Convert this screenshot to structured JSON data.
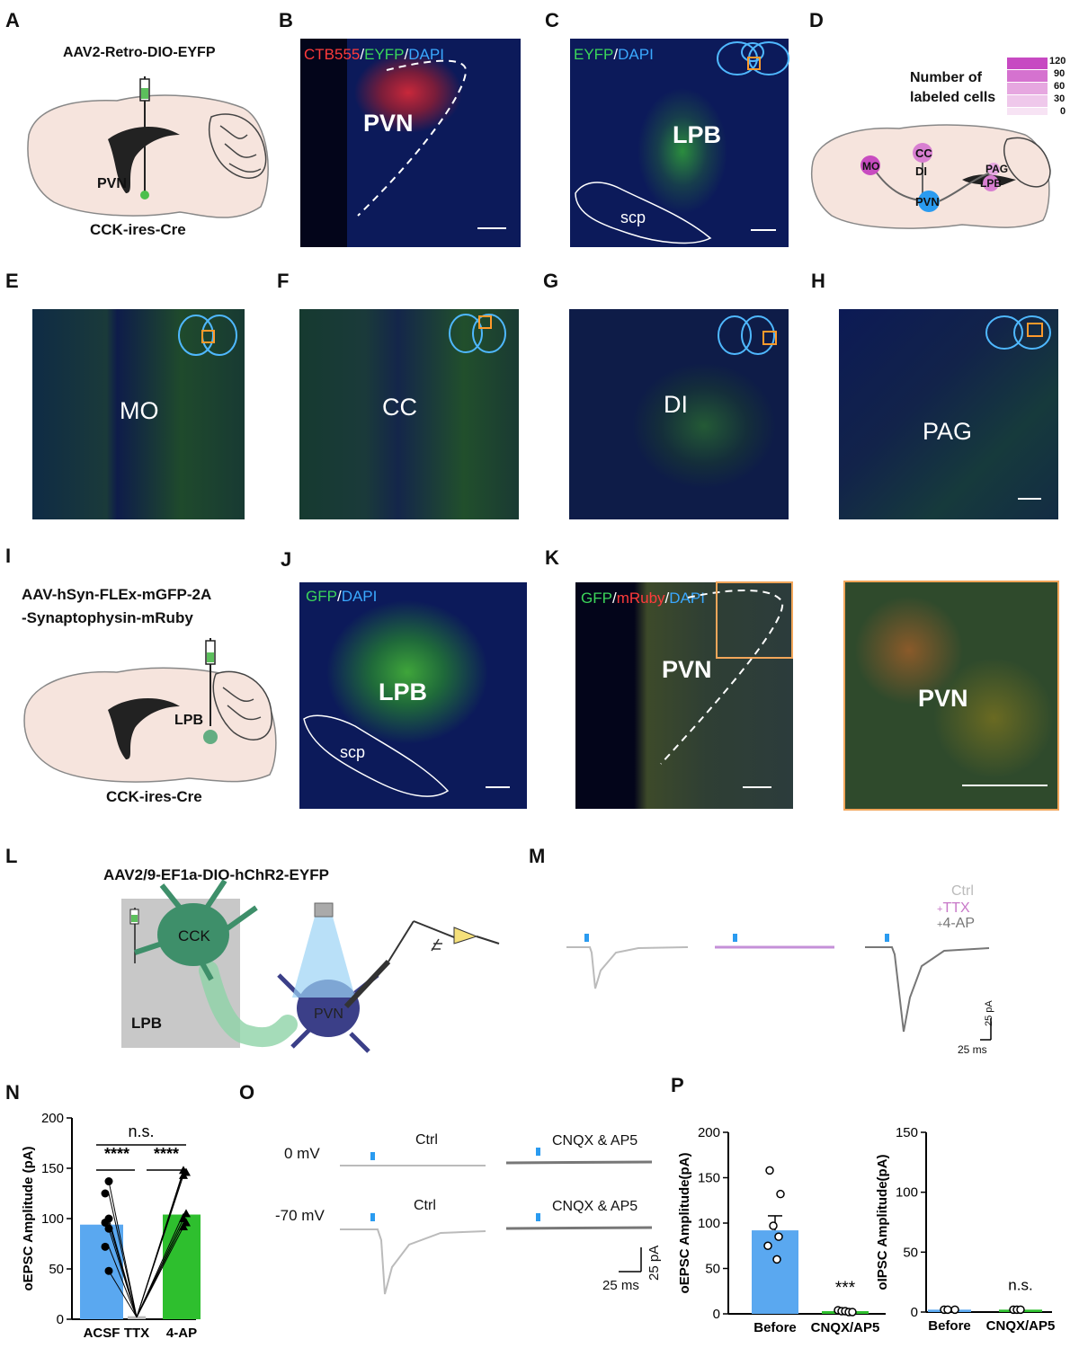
{
  "panels": {
    "A": {
      "letter": "A",
      "virus": "AAV2-Retro-DIO-EYFP",
      "region": "PVN",
      "mouse": "CCK-ires-Cre"
    },
    "B": {
      "letter": "B",
      "stain1": "CTB555",
      "sep1": "/",
      "stain2": "EYFP",
      "sep2": "/",
      "stain3": "DAPI",
      "region": "PVN"
    },
    "C": {
      "letter": "C",
      "stain1": "EYFP",
      "sep1": "/",
      "stain2": "DAPI",
      "region": "LPB",
      "tract": "scp"
    },
    "D": {
      "letter": "D",
      "legend_title_1": "Number of",
      "legend_title_2": "labeled cells",
      "legend_ticks": [
        "120",
        "90",
        "60",
        "30",
        "0"
      ],
      "nodes": [
        "MO",
        "CC",
        "DI",
        "PVN",
        "PAG",
        "LPB"
      ]
    },
    "E": {
      "letter": "E",
      "region": "MO"
    },
    "F": {
      "letter": "F",
      "region": "CC"
    },
    "G": {
      "letter": "G",
      "region": "DI"
    },
    "H": {
      "letter": "H",
      "region": "PAG"
    },
    "I": {
      "letter": "I",
      "virus_line1": "AAV-hSyn-FLEx-mGFP-2A",
      "virus_line2": "-Synaptophysin-mRuby",
      "region": "LPB",
      "mouse": "CCK-ires-Cre"
    },
    "J": {
      "letter": "J",
      "stain1": "GFP",
      "sep1": "/",
      "stain2": "DAPI",
      "region": "LPB",
      "tract": "scp"
    },
    "K": {
      "letter": "K",
      "stain1": "GFP",
      "sep1": "/",
      "stain2": "mRuby",
      "sep2": "/",
      "stain3": "DAPI",
      "region": "PVN",
      "zoom_region": "PVN"
    },
    "L": {
      "letter": "L",
      "virus": "AAV2/9-EF1a-DIO-hChR2-EYFP",
      "cell1": "CCK",
      "cell2": "PVN",
      "area": "LPB"
    },
    "M": {
      "letter": "M",
      "legend_ctrl": "Ctrl",
      "legend_ttx_prefix": "+",
      "legend_ttx": "TTX",
      "legend_4ap_prefix": "+",
      "legend_4ap": "4-AP",
      "scale_y": "25 pA",
      "scale_x": "25 ms"
    },
    "N": {
      "letter": "N"
    },
    "O": {
      "letter": "O",
      "row1": "0 mV",
      "row2": "-70 mV",
      "ctrl": "Ctrl",
      "drug": "CNQX & AP5",
      "scale_y": "25 pA",
      "scale_x": "25 ms"
    },
    "P": {
      "letter": "P"
    }
  },
  "chart_data": [
    {
      "type": "bar",
      "panel": "N",
      "categories": [
        "ACSF",
        "TTX",
        "4-AP"
      ],
      "values": [
        94,
        3,
        104
      ],
      "ylabel": "oEPSC Amplitude (pA)",
      "ylim": [
        0,
        200
      ],
      "yticks": [
        "0",
        "50",
        "100",
        "150",
        "200"
      ],
      "colors": [
        "#5aa8f0",
        "#bbbbbb",
        "#2ebf2e"
      ],
      "points_acsf": [
        137,
        125,
        100,
        96,
        90,
        72,
        48
      ],
      "points_4ap": [
        148,
        146,
        143,
        105,
        100,
        96,
        92
      ],
      "significance": [
        {
          "label": "****",
          "pair": "ACSF-TTX"
        },
        {
          "label": "****",
          "pair": "TTX-4-AP"
        },
        {
          "label": "n.s.",
          "pair": "ACSF-4-AP"
        }
      ]
    },
    {
      "type": "bar",
      "panel": "P-left",
      "categories": [
        "Before",
        "CNQX/AP5"
      ],
      "values": [
        92,
        3
      ],
      "error": [
        16,
        1
      ],
      "ylabel": "oEPSC Amplitude(pA)",
      "ylim": [
        0,
        200
      ],
      "yticks": [
        "0",
        "50",
        "100",
        "150",
        "200"
      ],
      "colors": [
        "#5aa8f0",
        "#2ebf2e"
      ],
      "points_before": [
        158,
        132,
        97,
        85,
        75,
        60
      ],
      "points_drug": [
        4,
        3,
        3,
        2,
        2
      ],
      "significance": [
        {
          "label": "***",
          "pair": "Before-CNQX/AP5"
        }
      ]
    },
    {
      "type": "bar",
      "panel": "P-right",
      "categories": [
        "Before",
        "CNQX/AP5"
      ],
      "values": [
        2,
        2
      ],
      "ylabel": "oIPSC Amplitude(pA)",
      "ylim": [
        0,
        150
      ],
      "yticks": [
        "0",
        "50",
        "100",
        "150"
      ],
      "colors": [
        "#5aa8f0",
        "#2ebf2e"
      ],
      "points_before": [
        2,
        2,
        2
      ],
      "points_drug": [
        2,
        2,
        2
      ],
      "significance": [
        {
          "label": "n.s.",
          "pair": "Before-CNQX/AP5"
        }
      ]
    }
  ]
}
